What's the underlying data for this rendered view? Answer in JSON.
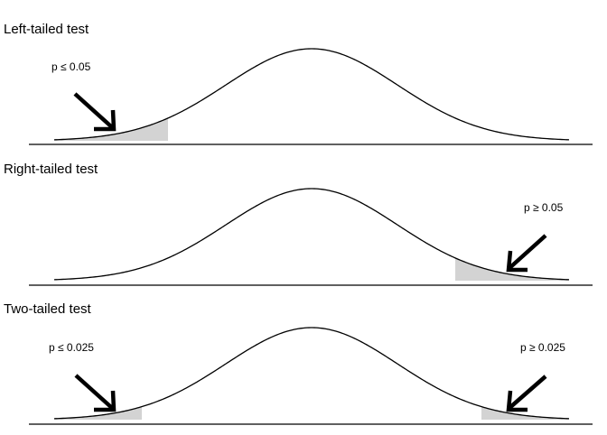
{
  "panels": [
    {
      "title": "Left-tailed test",
      "tails": [
        {
          "side": "left",
          "label": "p ≤ 0.05"
        }
      ]
    },
    {
      "title": "Right-tailed test",
      "tails": [
        {
          "side": "right",
          "label": "p ≥ 0.05"
        }
      ]
    },
    {
      "title": "Two-tailed test",
      "tails": [
        {
          "side": "left",
          "label": "p ≤ 0.025"
        },
        {
          "side": "right",
          "label": "p ≥ 0.025"
        }
      ]
    }
  ]
}
